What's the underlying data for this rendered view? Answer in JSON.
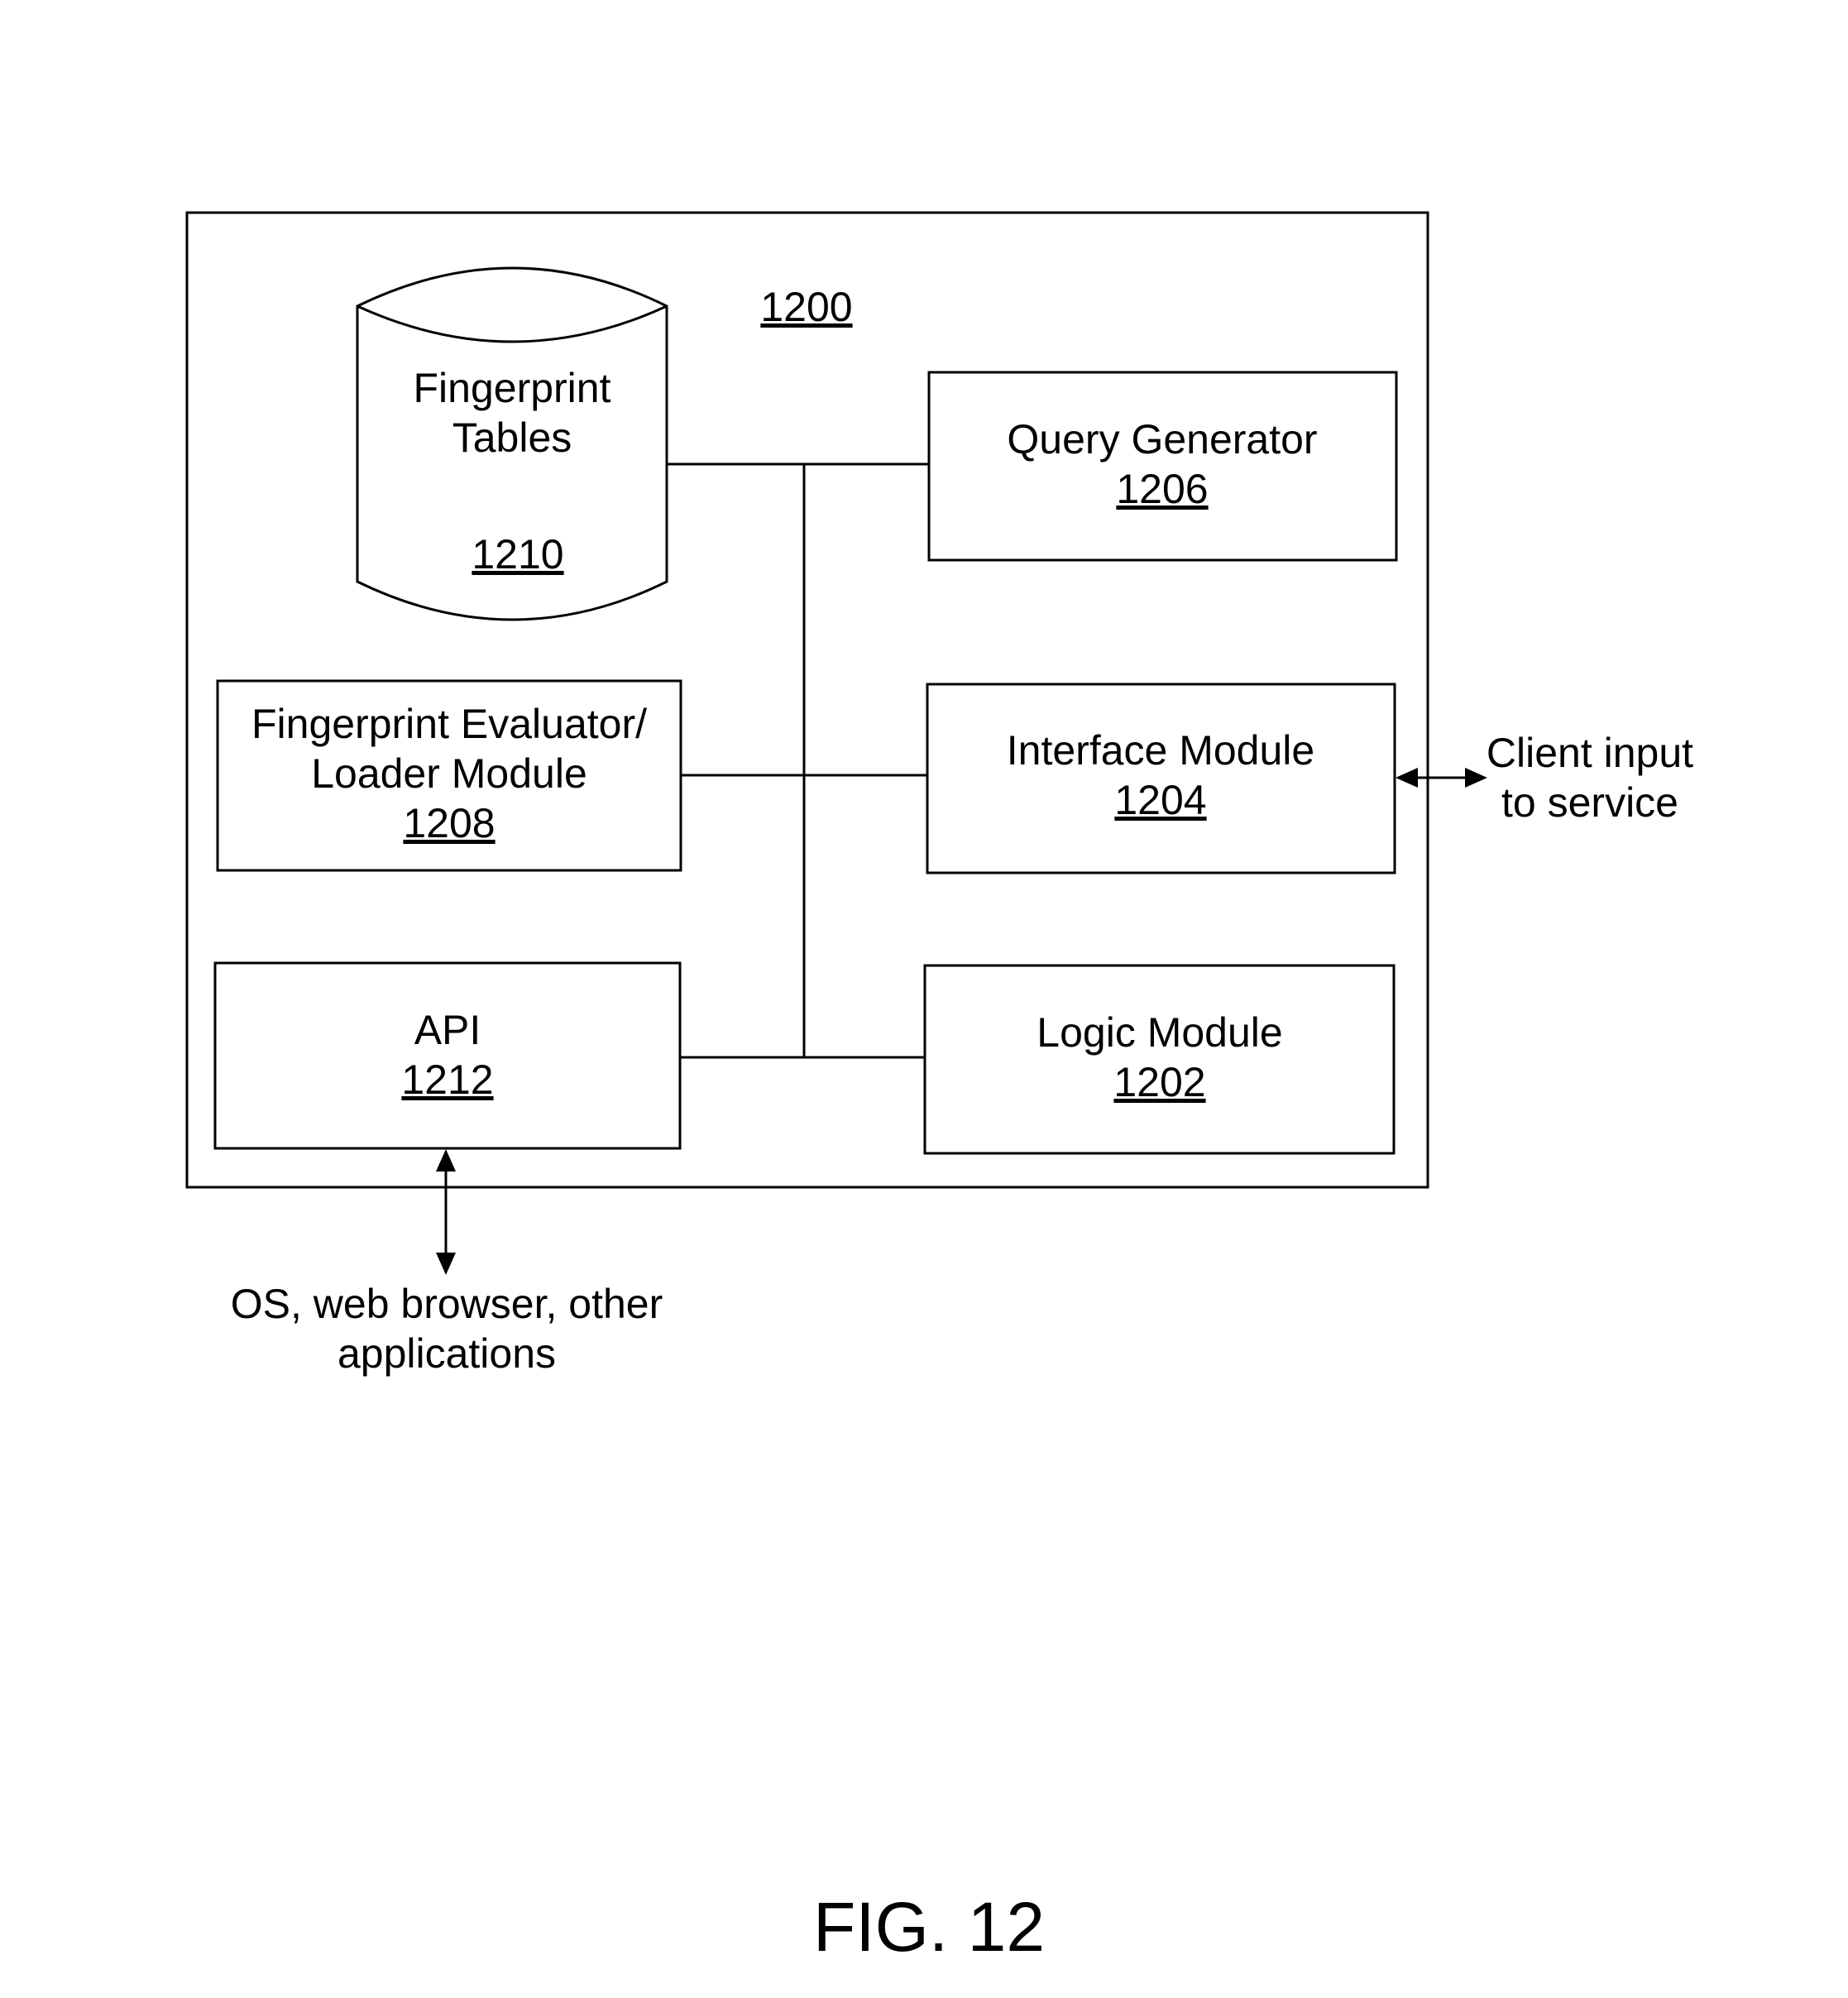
{
  "system": {
    "ref": "1200"
  },
  "fingerprint_tables": {
    "line1": "Fingerprint",
    "line2": "Tables",
    "ref": "1210"
  },
  "query_generator": {
    "label": "Query Generator",
    "ref": "1206"
  },
  "evaluator_module": {
    "line1": "Fingerprint Evaluator/",
    "line2": "Loader Module",
    "ref": "1208"
  },
  "interface_module": {
    "label": "Interface Module",
    "ref": "1204"
  },
  "api": {
    "label": "API",
    "ref": "1212"
  },
  "logic_module": {
    "label": "Logic Module",
    "ref": "1202"
  },
  "client_input": {
    "line1": "Client input",
    "line2": "to service"
  },
  "os_apps": {
    "line1": "OS, web browser, other",
    "line2": "applications"
  },
  "figure_caption": "FIG. 12",
  "colors": {
    "ink": "#000000",
    "background": "#ffffff"
  }
}
